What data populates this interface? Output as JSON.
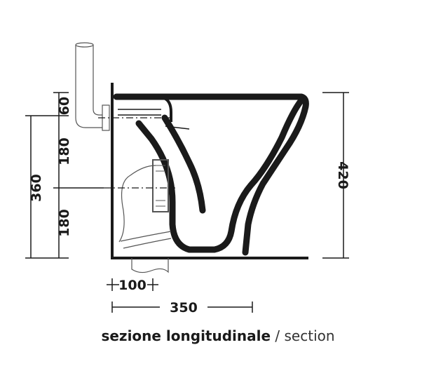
{
  "dimensions": {
    "d60": "60",
    "d180_upper": "180",
    "d180_lower": "180",
    "d360": "360",
    "d420": "420",
    "d100": "100",
    "d350": "350"
  },
  "caption": {
    "main": "sezione longitudinale",
    "separator": " / ",
    "secondary": "section"
  },
  "colors": {
    "stroke": "#1a1a1a",
    "background": "#ffffff"
  }
}
